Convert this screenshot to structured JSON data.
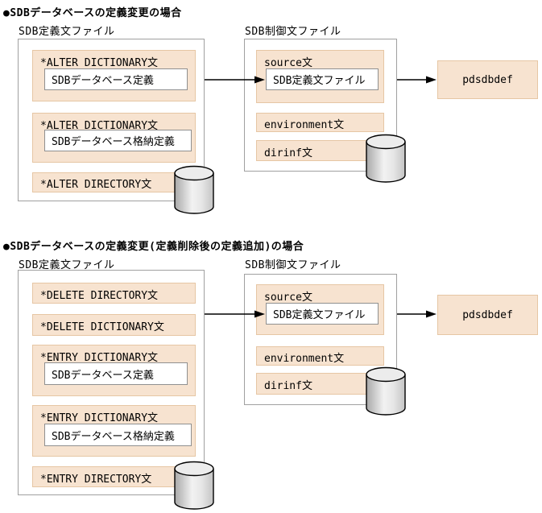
{
  "colors": {
    "bar_fill": "#f7e3d0",
    "bar_border": "#e6c6a4",
    "box_border": "#a0a0a0",
    "inner_box_border": "#909090",
    "arrow": "#000000",
    "cylinder_light": "#f2f2f2",
    "cylinder_dark": "#a8a8a8"
  },
  "icons": {
    "database": "database-cylinder-icon",
    "flow": "arrow-right-icon"
  },
  "sections": [
    {
      "title": "●SDBデータベースの定義変更の場合",
      "definition_file": {
        "label": "SDB定義文ファイル",
        "statements": [
          {
            "label": "*ALTER DICTIONARY文",
            "inner": "SDBデータベース定義"
          },
          {
            "label": "*ALTER DICTIONARY文",
            "inner": "SDBデータベース格納定義"
          },
          {
            "label": "*ALTER DIRECTORY文"
          }
        ]
      },
      "control_file": {
        "label": "SDB制御文ファイル",
        "statements": [
          {
            "label": "source文",
            "inner": "SDB定義文ファイル"
          },
          {
            "label": "environment文"
          },
          {
            "label": "dirinf文"
          }
        ]
      },
      "command": "pdsdbdef"
    },
    {
      "title": "●SDBデータベースの定義変更(定義削除後の定義追加)の場合",
      "definition_file": {
        "label": "SDB定義文ファイル",
        "statements": [
          {
            "label": "*DELETE DIRECTORY文"
          },
          {
            "label": "*DELETE DICTIONARY文"
          },
          {
            "label": "*ENTRY DICTIONARY文",
            "inner": "SDBデータベース定義"
          },
          {
            "label": "*ENTRY DICTIONARY文",
            "inner": "SDBデータベース格納定義"
          },
          {
            "label": "*ENTRY DIRECTORY文"
          }
        ]
      },
      "control_file": {
        "label": "SDB制御文ファイル",
        "statements": [
          {
            "label": "source文",
            "inner": "SDB定義文ファイル"
          },
          {
            "label": "environment文"
          },
          {
            "label": "dirinf文"
          }
        ]
      },
      "command": "pdsdbdef"
    }
  ]
}
